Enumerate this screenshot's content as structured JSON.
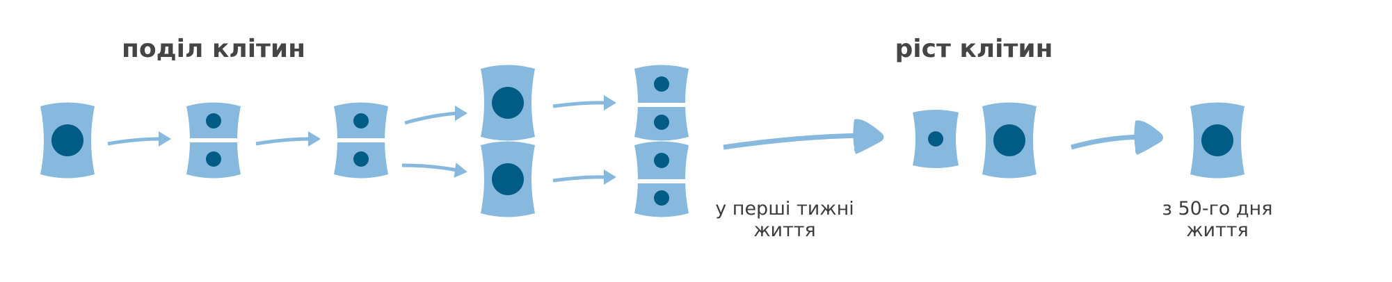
{
  "titles": {
    "division": "поділ клітин",
    "growth": "ріст клітин"
  },
  "captions": {
    "first_weeks": [
      "у перші тижні",
      "життя"
    ],
    "from_day_50": [
      "з 50-го дня",
      "життя"
    ]
  },
  "colors": {
    "cell_body": "#86b9dd",
    "nucleus": "#005b85",
    "arrow": "#86b9dd",
    "heading_text": "#454545",
    "caption_text": "#3c3c3c",
    "background": "#ffffff"
  }
}
